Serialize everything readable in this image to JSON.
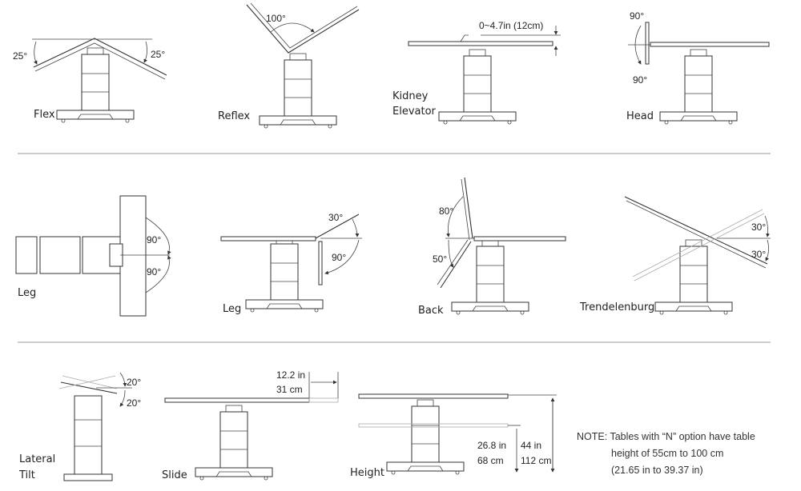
{
  "title": "Operating table positions",
  "row1": {
    "flex": {
      "label": "Flex",
      "angle_left": "25°",
      "angle_right": "25°"
    },
    "reflex": {
      "label": "Reflex",
      "angle": "100°"
    },
    "kidney": {
      "label_line1": "Kidney",
      "label_line2": "Elevator",
      "range": "0~4.7in (12cm)"
    },
    "head": {
      "label": "Head",
      "angle_up": "90°",
      "angle_down": "90°"
    }
  },
  "row2": {
    "leg_top": {
      "label": "Leg",
      "angle_up": "90°",
      "angle_down": "90°"
    },
    "leg_side": {
      "label": "Leg",
      "angle_up": "30°",
      "angle_down": "90°"
    },
    "back": {
      "label": "Back",
      "angle_up": "80°",
      "angle_down": "50°"
    },
    "trendelenburg": {
      "label": "Trendelenburg",
      "angle_up": "30°",
      "angle_down": "30°"
    }
  },
  "row3": {
    "lateral_tilt": {
      "label_line1": "Lateral",
      "label_line2": "Tilt",
      "angle_up": "20°",
      "angle_down": "20°"
    },
    "slide": {
      "label": "Slide",
      "dist_in": "12.2 in",
      "dist_cm": "31 cm"
    },
    "height": {
      "label": "Height",
      "min_in": "26.8 in",
      "min_cm": "68 cm",
      "max_in": "44 in",
      "max_cm": "112 cm"
    },
    "note": {
      "line1": "NOTE: Tables with “N” option have table",
      "line2": "height of 55cm to 100 cm",
      "line3": "(21.65 in to 39.37 in)"
    }
  }
}
